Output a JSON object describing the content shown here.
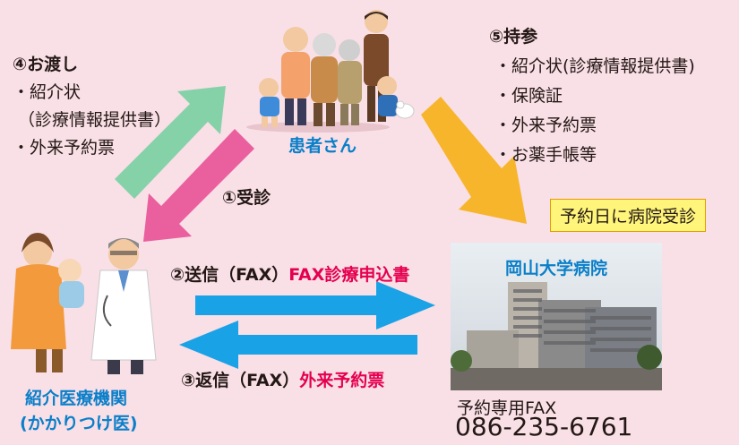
{
  "patient": {
    "label": "患者さん"
  },
  "step4": {
    "title": "④お渡し",
    "items": [
      "・紹介状",
      "（診療情報提供書）",
      "・外来予約票"
    ]
  },
  "step5": {
    "title": "⑤持参",
    "items": [
      "・紹介状(診療情報提供書)",
      "・保険証",
      "・外来予約票",
      "・お薬手帳等"
    ]
  },
  "step1": {
    "label": "①受診"
  },
  "step2": {
    "prefix": "②送信（FAX）",
    "highlight": "FAX診療申込書"
  },
  "step3": {
    "prefix": "③返信（FAX）",
    "highlight": "外来予約票"
  },
  "badge": {
    "label": "予約日に病院受診"
  },
  "hospital": {
    "name": "岡山大学病院",
    "fax_label": "予約専用FAX",
    "fax_number": "086-235-6761"
  },
  "clinic": {
    "line1": "紹介医療機関",
    "line2": "(かかりつけ医)"
  },
  "colors": {
    "background": "#f9dfe6",
    "arrow_green": "#86d2a8",
    "arrow_pink": "#ea5f9d",
    "arrow_orange": "#f7b52c",
    "arrow_blue": "#1aa2e6",
    "text_blue": "#0a7fc9",
    "text_red": "#e5004f"
  }
}
